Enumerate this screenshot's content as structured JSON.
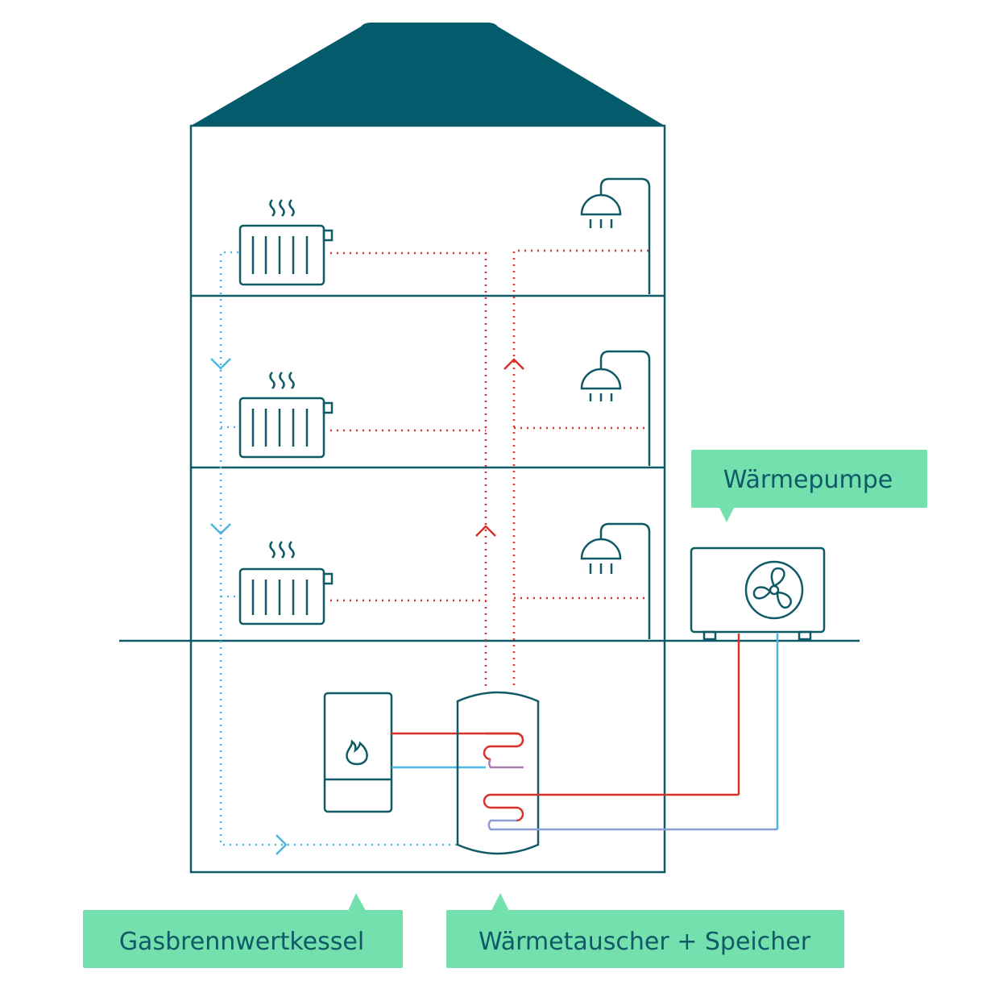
{
  "labels": {
    "heat_pump": "Wärmepumpe",
    "gas_boiler": "Gasbrennwertkessel",
    "heat_exchanger_storage": "Wärmetauscher + Speicher"
  },
  "colors": {
    "outline": "#0f5a66",
    "roof": "#045b6b",
    "hot": "#d8322a",
    "cold": "#4ab8e0",
    "callout_bg": "#73e0ae",
    "callout_text": "#0f5a66"
  },
  "icons": {
    "radiator": "radiator-icon",
    "shower": "shower-icon",
    "flame": "flame-icon",
    "fan": "fan-icon",
    "tank": "storage-tank",
    "boiler": "gas-boiler"
  }
}
